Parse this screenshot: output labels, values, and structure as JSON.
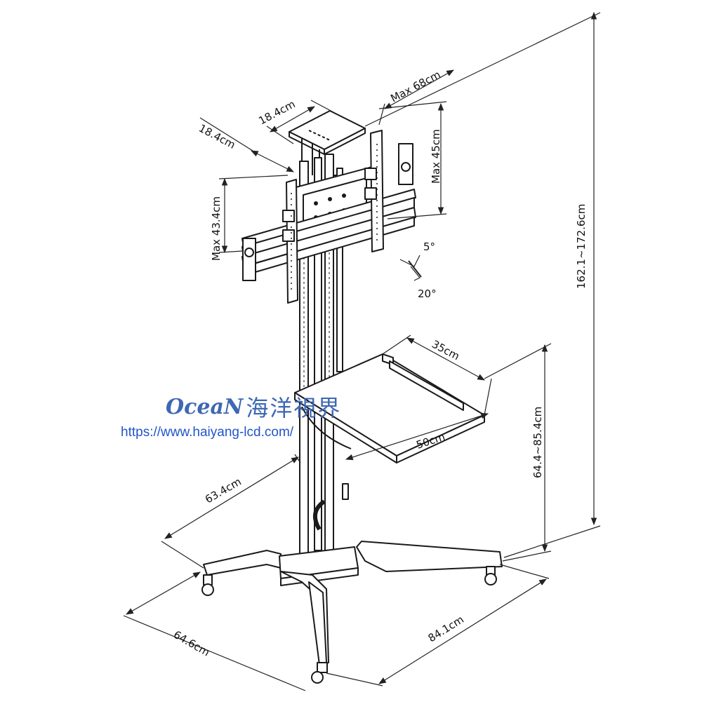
{
  "colors": {
    "line": "#1a1a1a",
    "dim_line": "#222222",
    "watermark": "#3d68b3",
    "url": "#2255cc"
  },
  "dimensions": {
    "tray_top_depth": "18.4cm",
    "tray_top_width": "18.4cm",
    "mount_max_width": "Max 68cm",
    "mount_max_height": "Max 45cm",
    "mount_max_height_left": "Max 43.4cm",
    "tilt_up": "5°",
    "tilt_down": "20°",
    "total_height": "162.1~172.6cm",
    "shelf_depth": "35cm",
    "shelf_width": "50cm",
    "shelf_height": "64.4~85.4cm",
    "base_width": "63.4cm",
    "base_depth": "64.6cm",
    "base_length": "84.1cm"
  },
  "watermark": {
    "brand_latin": "OceaN",
    "brand_cjk": "海洋視界",
    "url": "https://www.haiyang-lcd.com/"
  }
}
